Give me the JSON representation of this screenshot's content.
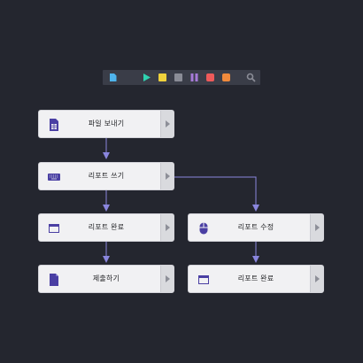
{
  "toolbar": {
    "buttons": [
      {
        "name": "document-icon",
        "color": "#4fb4ec"
      },
      {
        "name": "play-icon",
        "color": "#2fd2b0"
      },
      {
        "name": "yellow-square-icon",
        "color": "#f0d23c"
      },
      {
        "name": "gray-square-icon",
        "color": "#8a8c96"
      },
      {
        "name": "pause-icon",
        "color": "#a77ad8"
      },
      {
        "name": "red-square-icon",
        "color": "#ee5a5a"
      },
      {
        "name": "orange-square-icon",
        "color": "#f08a3c"
      },
      {
        "name": "zoom-icon",
        "color": "#8a8c96"
      }
    ]
  },
  "flow": {
    "nodes": [
      {
        "id": "export",
        "label": "파일 보내기",
        "icon": "spreadsheet-icon"
      },
      {
        "id": "write",
        "label": "리포트 쓰기",
        "icon": "keyboard-icon"
      },
      {
        "id": "complete-left",
        "label": "리포트 완료",
        "icon": "window-icon"
      },
      {
        "id": "edit",
        "label": "리포트 수정",
        "icon": "mouse-icon"
      },
      {
        "id": "submit",
        "label": "제출하기",
        "icon": "document-icon"
      },
      {
        "id": "complete-right",
        "label": "리포트 완료",
        "icon": "window-icon"
      }
    ]
  },
  "colors": {
    "background": "#24262f",
    "connector": "#8a86de",
    "node_icon": "#4a3fa3"
  }
}
